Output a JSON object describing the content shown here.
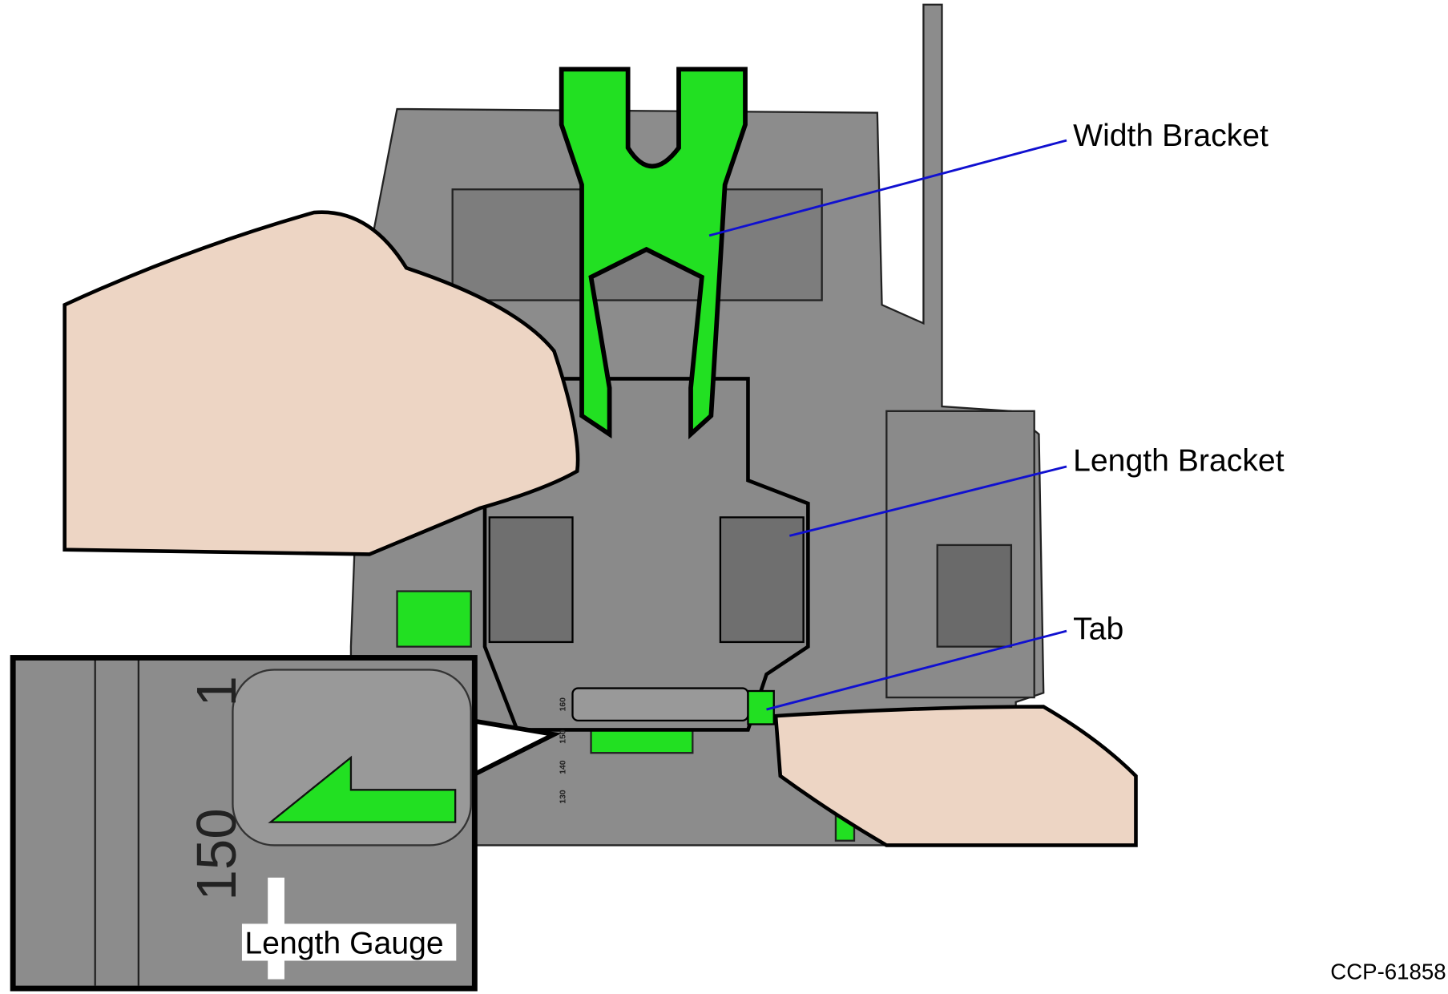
{
  "figure": {
    "callouts": {
      "width_bracket": "Width Bracket",
      "length_bracket": "Length Bracket",
      "tab": "Tab"
    },
    "inset": {
      "label": "Length Gauge",
      "scale_values": [
        "150",
        "1"
      ],
      "small_scale_values": [
        "160",
        "150",
        "140",
        "130"
      ]
    },
    "figure_id": "CCP-61858"
  },
  "colors": {
    "body": "#8c8c8c",
    "body_dark": "#6f6f6f",
    "bracket_green": "#22e022",
    "skin": "#edd5c4",
    "leader": "#1010d0"
  }
}
